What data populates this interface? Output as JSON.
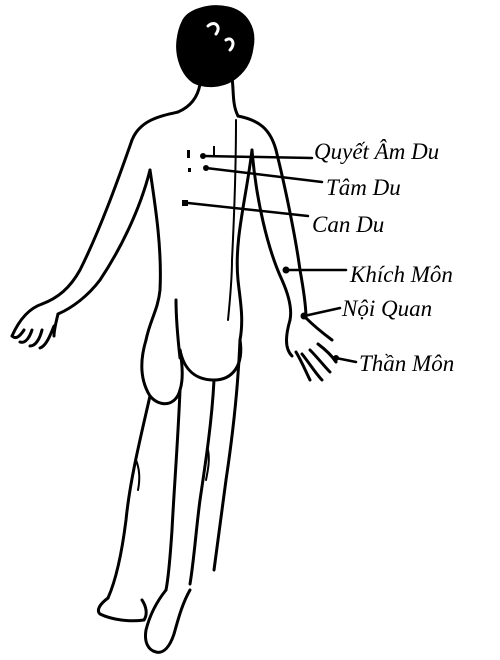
{
  "points": [
    {
      "id": "quyet-am-du",
      "label": "Quyết Âm Du"
    },
    {
      "id": "tam-du",
      "label": "Tâm Du"
    },
    {
      "id": "can-du",
      "label": "Can Du"
    },
    {
      "id": "khich-mon",
      "label": "Khích Môn"
    },
    {
      "id": "noi-quan",
      "label": "Nội Quan"
    },
    {
      "id": "than-mon",
      "label": "Thần Môn"
    }
  ]
}
